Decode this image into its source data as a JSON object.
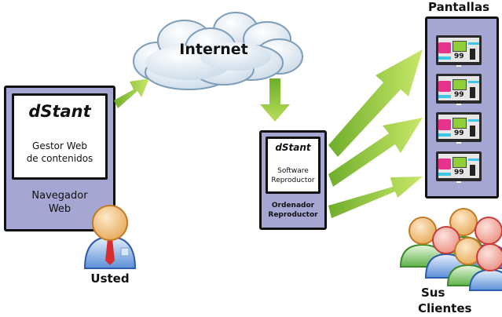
{
  "browser_box": {
    "brand": "dStant",
    "inner_text_line1": "Gestor Web",
    "inner_text_line2": "de contenidos",
    "outer_text_line1": "Navegador",
    "outer_text_line2": "Web"
  },
  "cloud": {
    "label": "Internet"
  },
  "player_box": {
    "brand": "dStant",
    "inner_text_line1": "Software",
    "inner_text_line2": "Reproductor",
    "outer_text_line1": "Ordenador",
    "outer_text_line2": "Reproductor"
  },
  "screens_panel": {
    "title": "Pantallas",
    "screens": [
      {
        "price": "99"
      },
      {
        "price": "99"
      },
      {
        "price": "99"
      },
      {
        "price": "99"
      }
    ]
  },
  "user": {
    "label": "Usted"
  },
  "clients": {
    "label_line1": "Sus",
    "label_line2": "Clientes"
  },
  "colors": {
    "box_fill": "#a6a6d2",
    "arrow_green": "#8cc63f",
    "cloud_blue": "#dce9f4"
  }
}
